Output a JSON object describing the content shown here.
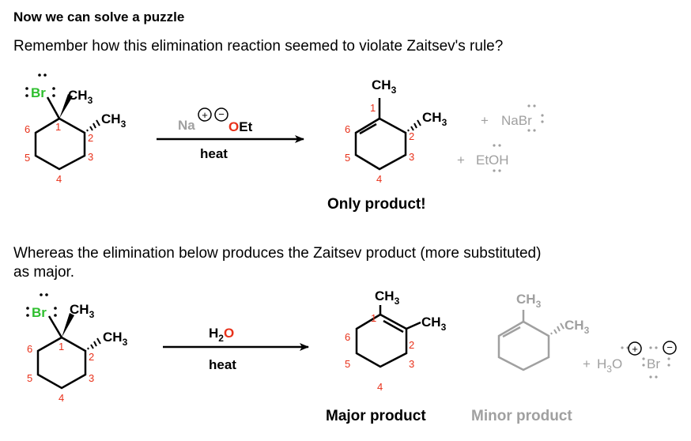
{
  "heading": "Now we can solve a puzzle",
  "line1": "Remember how this elimination reaction seemed to violate Zaitsev's rule?",
  "line2": "Whereas the elimination below produces the Zaitsev product (more substituted)",
  "line3": "as major.",
  "reaction1": {
    "reagent_na": "Na",
    "reagent_oet_o": "O",
    "reagent_oet_et": "Et",
    "condition": "heat",
    "side1_plus": "+",
    "side1": "NaBr",
    "side2_plus": "+",
    "side2": "EtOH",
    "caption": "Only product!"
  },
  "reaction2": {
    "reagent_h": "H",
    "reagent_sub": "2",
    "reagent_o": "O",
    "condition": "heat",
    "caption_major": "Major product",
    "caption_minor": "Minor product",
    "side_plus": "+",
    "side_h3o_h": "H",
    "side_h3o_sub": "3",
    "side_h3o_o": "O",
    "side_br": "Br"
  },
  "labels": {
    "br": "Br",
    "ch": "CH",
    "three": "3",
    "n1": "1",
    "n2": "2",
    "n3": "3",
    "n4": "4",
    "n5": "5",
    "n6": "6",
    "plus_sign": "+",
    "minus_sign": "−"
  },
  "colors": {
    "bromine": "#2fbf2f",
    "oxygen": "#e8311a",
    "numbering": "#e8311a",
    "spectator": "#a0a0a0"
  }
}
